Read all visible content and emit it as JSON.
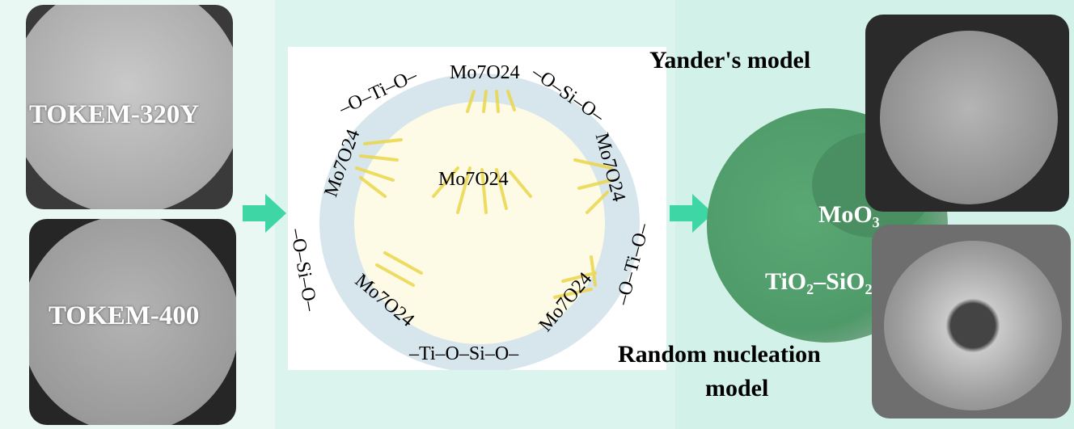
{
  "samples": {
    "top_label": "TOKEM-320Y",
    "bottom_label": "TOKEM-400"
  },
  "diagram": {
    "center_label": "Mo7O24",
    "surface_labels": [
      "Mo7O24",
      "Mo7O24",
      "Mo7O24",
      "Mo7O24",
      "Mo7O24"
    ],
    "chain_labels": [
      "–O–Ti–O–",
      "–O–Si–O–",
      "–O–Ti–O–",
      "–Ti–O–Si–O–",
      "–O–Si–O–"
    ]
  },
  "result": {
    "moo3_label": "MoO₃",
    "support_label": "TiO₂–SiO₂",
    "model_top": "Yander's model",
    "model_bottom_line1": "Random nucleation",
    "model_bottom_line2": "model"
  },
  "colors": {
    "arrow": "#3fd6a6",
    "shell": "#d6e6ec",
    "core": "#fdfbe6",
    "rays": "#ecd64a",
    "cluster": "#5aa874"
  }
}
